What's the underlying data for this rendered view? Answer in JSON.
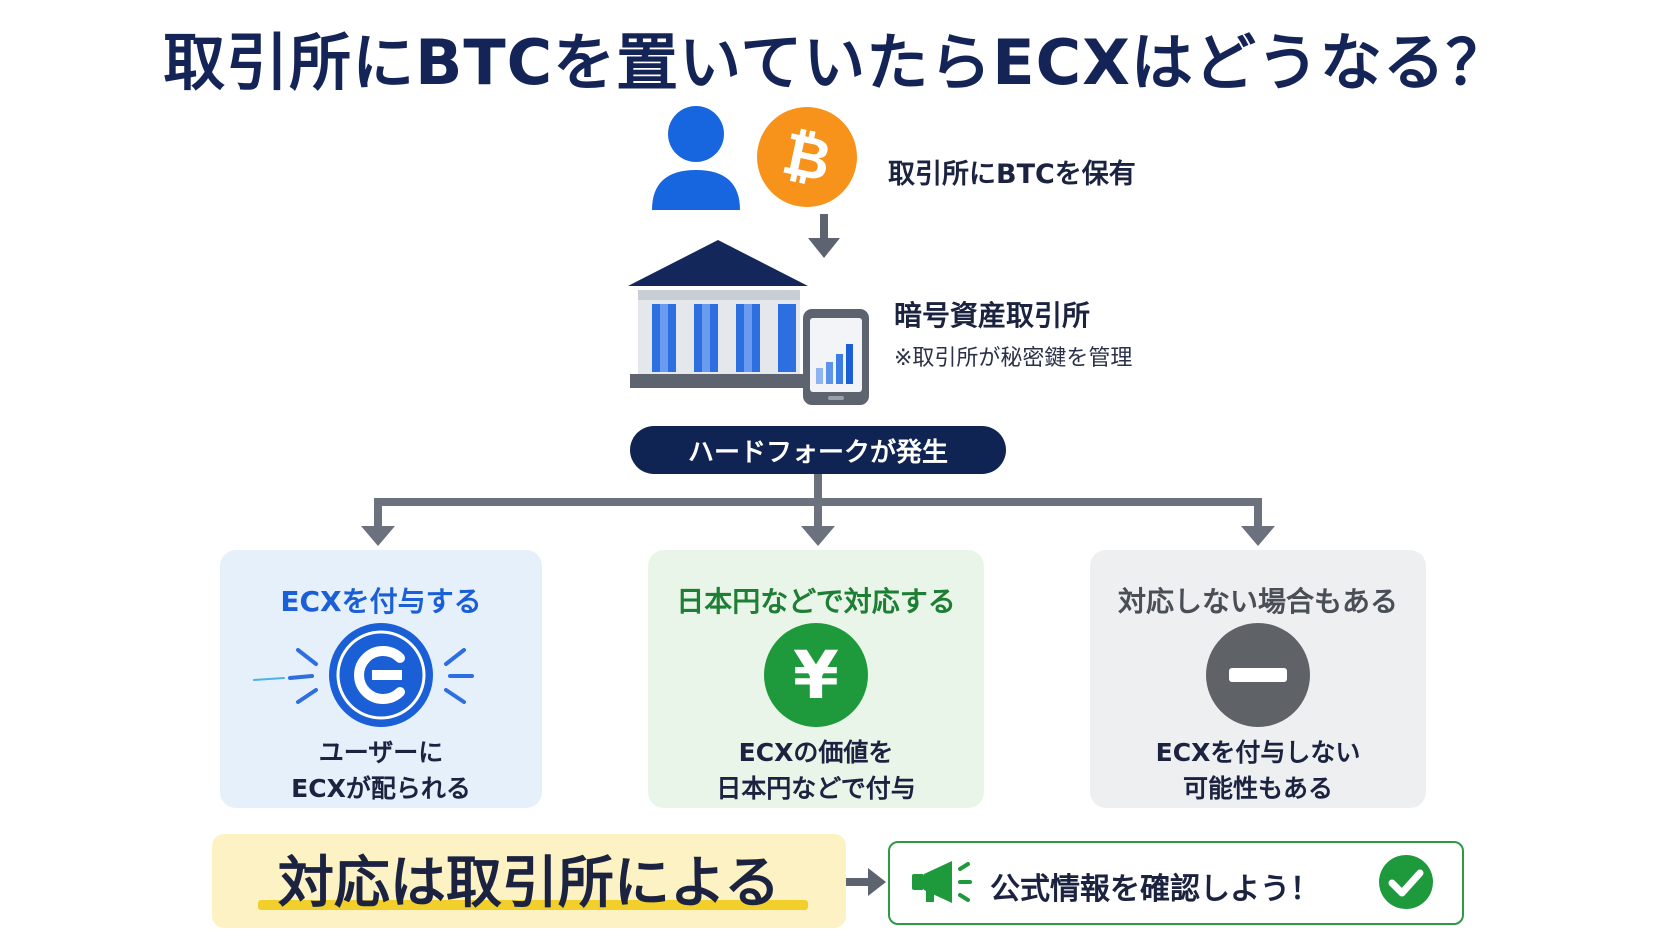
{
  "title": "取引所にBTCを置いていたらECXはどうなる？",
  "holding_label": "取引所にBTCを保有",
  "exchange": {
    "name": "暗号資産取引所",
    "note": "※取引所が秘密鍵を管理"
  },
  "event_label": "ハードフォークが発生",
  "cases": [
    {
      "title": "ECXを付与する",
      "desc_line1": "ユーザーに",
      "desc_line2": "ECXが配られる",
      "icon": "ecx-coin-icon"
    },
    {
      "title": "日本円などで対応する",
      "desc_line1": "ECXの価値を",
      "desc_line2": "日本円などで付与",
      "icon": "yen-coin-icon"
    },
    {
      "title": "対応しない場合もある",
      "desc_line1": "ECXを付与しない",
      "desc_line2": "可能性もある",
      "icon": "minus-circle-icon"
    }
  ],
  "conclusion": "対応は取引所による",
  "cta": "公式情報を確認しよう！",
  "colors": {
    "title": "#142456",
    "accent_blue": "#1a5fd6",
    "accent_green": "#1e9a3c",
    "accent_gray": "#5f6368",
    "btc_orange": "#f7931a",
    "pill": "#0f2452",
    "highlight": "#fdf2c3"
  }
}
